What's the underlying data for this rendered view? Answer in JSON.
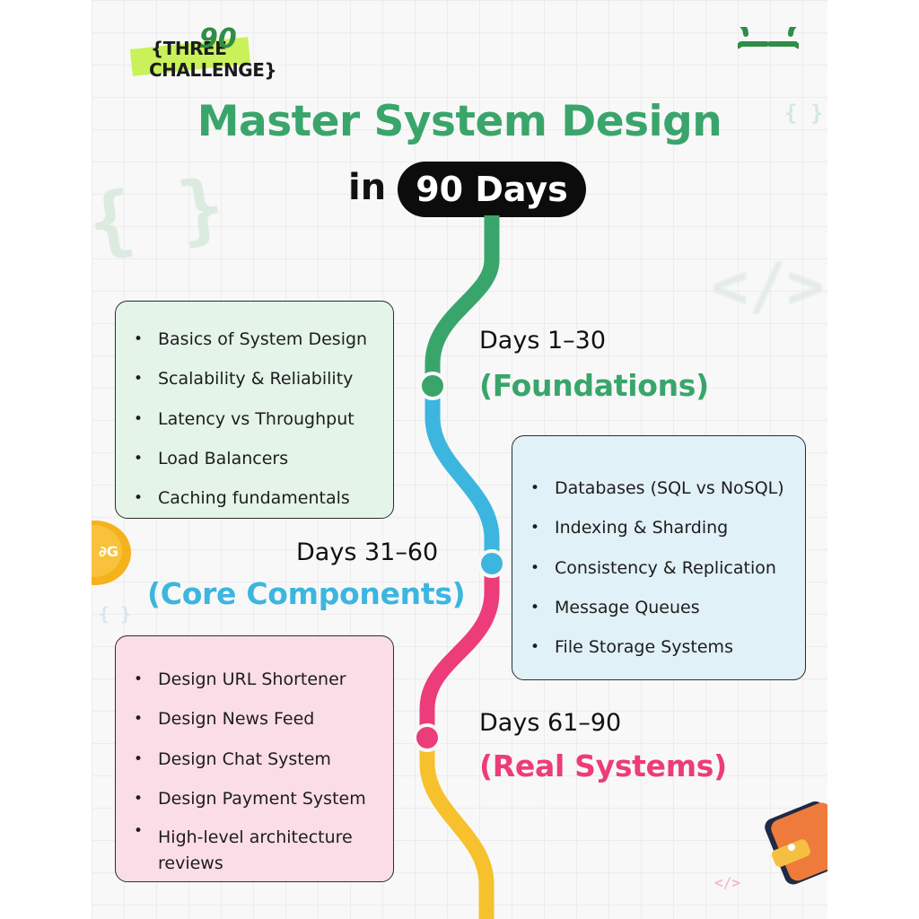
{
  "badge": {
    "line1": "THREE",
    "line2": "CHALLENGE",
    "number": "90"
  },
  "brand": {
    "logo_icon": "geeksforgeeks-logo-icon",
    "color": "#2f8d46"
  },
  "title": "Master System Design",
  "subtitle": {
    "prefix": "in",
    "highlight": "90 Days"
  },
  "phases": [
    {
      "days": "Days 1–30",
      "name": "(Foundations)",
      "color": "#3aa56b",
      "topics": [
        "Basics of System Design",
        "Scalability & Reliability",
        "Latency vs Throughput",
        "Load Balancers",
        "Caching fundamentals"
      ]
    },
    {
      "days": "Days 31–60",
      "name": "(Core Components)",
      "color": "#3cb6de",
      "topics": [
        "Databases (SQL vs NoSQL)",
        "Indexing & Sharding",
        "Consistency & Replication",
        "Message Queues",
        "File Storage Systems"
      ]
    },
    {
      "days": "Days 61–90",
      "name": "(Real Systems)",
      "color": "#ec3c7a",
      "topics": [
        "Design URL Shortener",
        "Design News Feed",
        "Design Chat System",
        "Design Payment System",
        "High-level architecture reviews"
      ]
    }
  ],
  "decorations": {
    "braces": "{ }",
    "code_tag": "</>"
  }
}
